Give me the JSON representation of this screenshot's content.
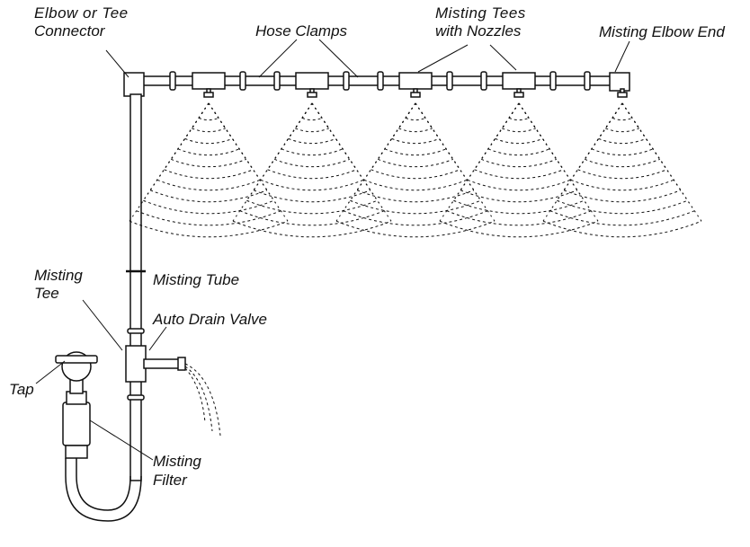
{
  "labels": {
    "elbow_or_tee": "Elbow or Tee",
    "connector": "Connector",
    "hose_clamps": "Hose Clamps",
    "misting_tees": "Misting Tees",
    "with_nozzles": "with Nozzles",
    "misting_elbow_end": "Misting Elbow End",
    "misting_tube": "Misting Tube",
    "misting": "Misting",
    "tee": "Tee",
    "auto_drain_valve": "Auto Drain Valve",
    "tap": "Tap",
    "misting_filter_1": "Misting",
    "misting_filter_2": "Filter"
  },
  "colors": {
    "ink": "#111111",
    "background": "#ffffff"
  },
  "nozzle_count": 5
}
